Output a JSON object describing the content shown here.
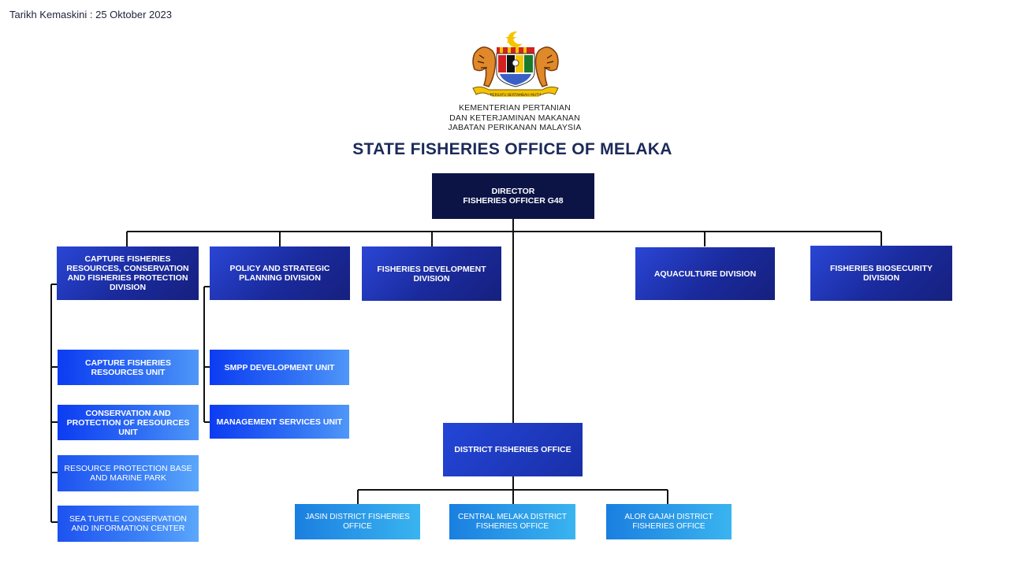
{
  "updated": "Tarikh Kemaskini : 25 Oktober 2023",
  "ministry": {
    "line1": "KEMENTERIAN PERTANIAN",
    "line2": "DAN KETERJAMINAN MAKANAN",
    "line3": "JABATAN PERIKANAN MALAYSIA",
    "crest_icon": "malaysia-coat-of-arms-icon",
    "crest_motto": "BERSEKUTU BERTAMBAH MUTU"
  },
  "title": "STATE FISHERIES OFFICE OF MELAKA",
  "director": {
    "line1": "DIRECTOR",
    "line2": "FISHERIES OFFICER G48"
  },
  "divisions": {
    "capture": "CAPTURE FISHERIES RESOURCES, CONSERVATION AND FISHERIES PROTECTION DIVISION",
    "policy": "POLICY AND STRATEGIC PLANNING DIVISION",
    "development": "FISHERIES DEVELOPMENT DIVISION",
    "aquaculture": "AQUACULTURE DIVISION",
    "biosecurity": "FISHERIES BIOSECURITY DIVISION"
  },
  "capture_units": [
    "CAPTURE FISHERIES RESOURCES UNIT",
    "CONSERVATION AND PROTECTION OF RESOURCES UNIT",
    "RESOURCE PROTECTION BASE AND MARINE PARK",
    "SEA TURTLE CONSERVATION AND INFORMATION CENTER"
  ],
  "policy_units": [
    "SMPP DEVELOPMENT UNIT",
    "MANAGEMENT SERVICES UNIT"
  ],
  "district_office": "DISTRICT FISHERIES OFFICE",
  "districts": [
    "JASIN DISTRICT FISHERIES OFFICE",
    "CENTRAL MELAKA DISTRICT FISHERIES OFFICE",
    "ALOR GAJAH DISTRICT FISHERIES OFFICE"
  ],
  "colors": {
    "director": "#0c1446",
    "division": "#1a2a9c",
    "unit": "#2f6ff4",
    "district": "#2a9ae8",
    "title": "#1c2a5a",
    "connector": "#111111"
  }
}
